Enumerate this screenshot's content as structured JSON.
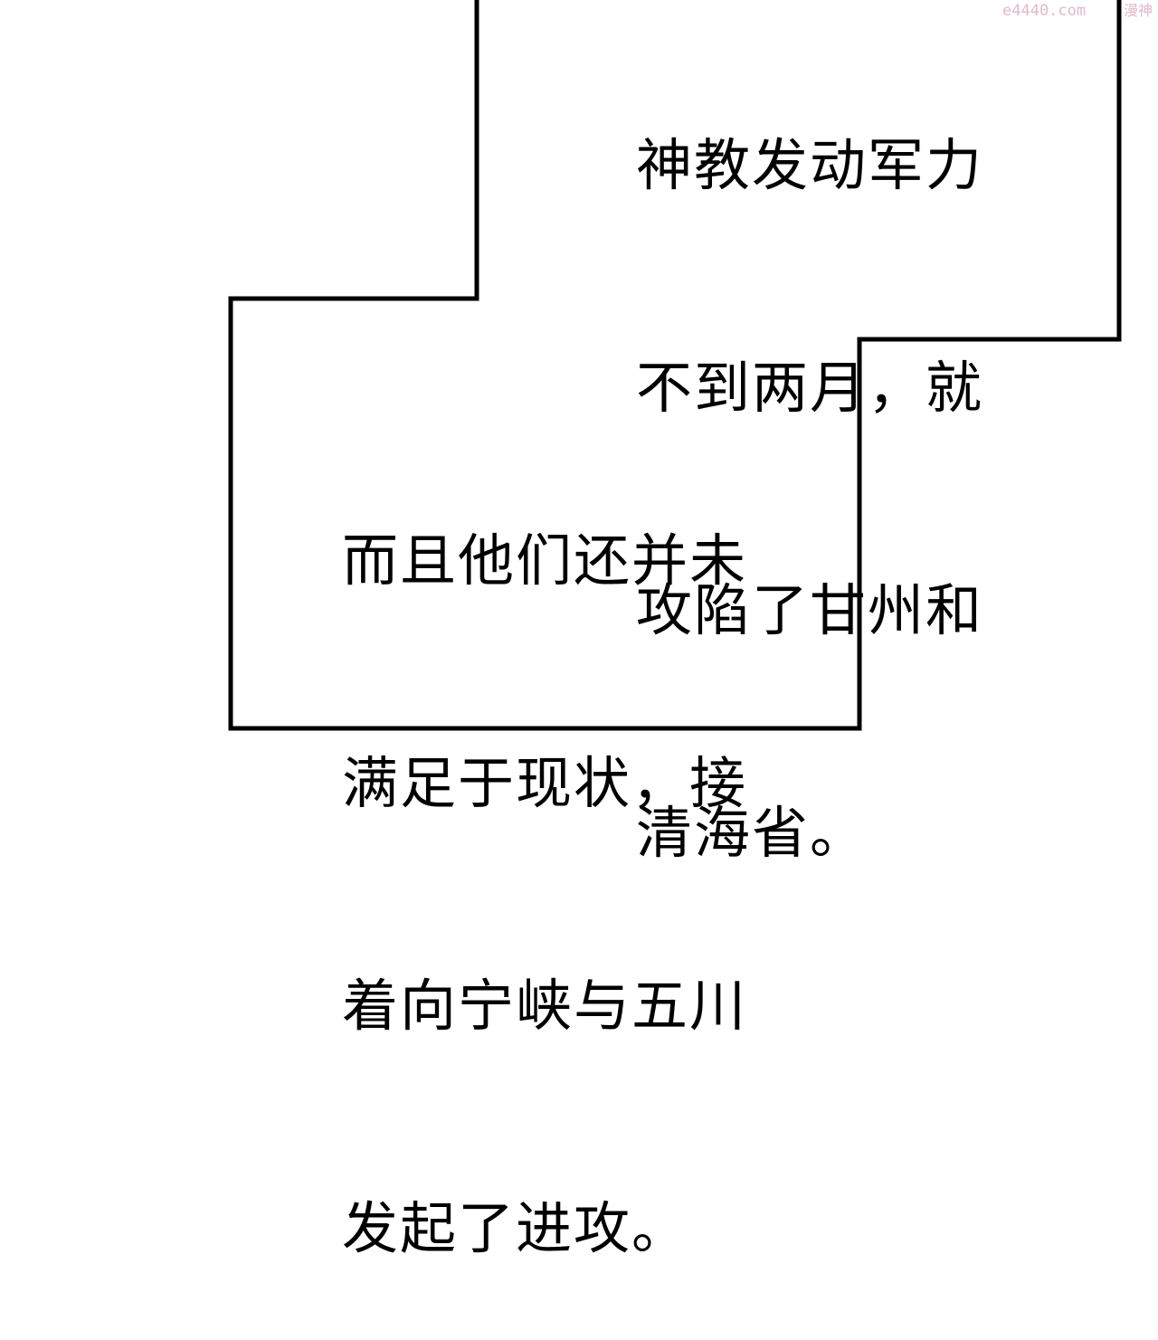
{
  "panel": {
    "top_caption": [
      "神教发动军力",
      "不到两月，就",
      "攻陷了甘州和",
      "清海省。"
    ],
    "bottom_caption": [
      "而且他们还并未",
      "满足于现状，接",
      "着向宁峡与五川",
      "发起了进攻。"
    ]
  },
  "watermark": {
    "site": "e4440.com",
    "brand": "漫神"
  },
  "colors": {
    "border": "#000000",
    "background": "#ffffff",
    "watermark": "#e3b8cc"
  }
}
